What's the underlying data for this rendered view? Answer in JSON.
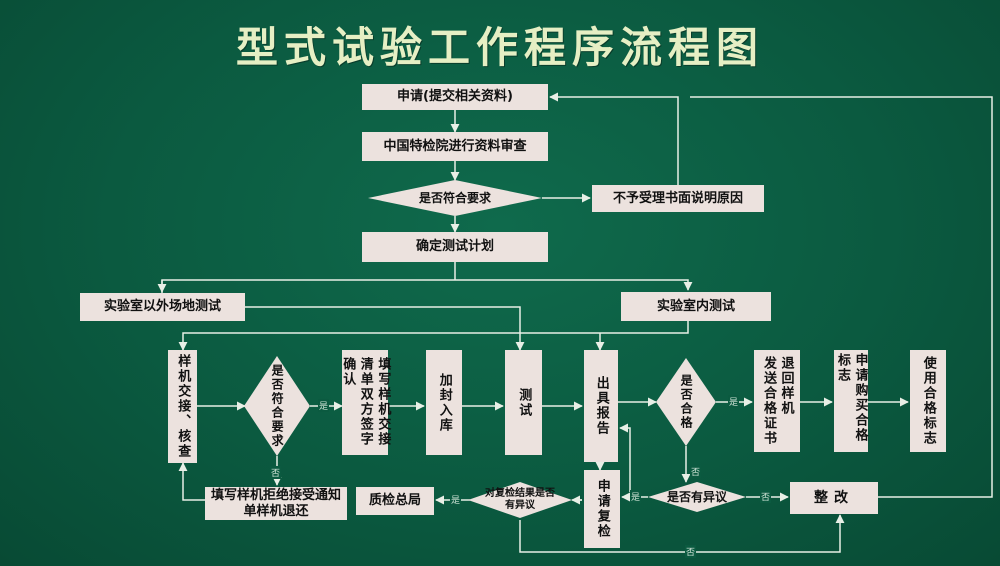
{
  "title": "型式试验工作程序流程图",
  "nodes": {
    "apply": "申请(提交相关资料)",
    "review": "中国特检院进行资料审查",
    "decision_conform": "是否符合要求",
    "reject_reason": "不予受理书面说明原因",
    "plan": "确定测试计划",
    "outside_test": "实验室以外场地测试",
    "inside_test": "实验室内测试",
    "sample_handover": "样机交接、核查",
    "decision_sample_conform": "是否符合要求",
    "fill_handover": "填写样机交接清单双方签字确认",
    "seal": "加封入库",
    "test": "测试",
    "report": "出具报告",
    "decision_pass": "是否合格",
    "send_cert": "发送合格证书",
    "return_sample": "退回样机",
    "buy_mark": "申请购买合格标志",
    "use_mark": "使用合格标志",
    "fill_reject": "填写样机拒绝接受通知单样机退还",
    "quality_bureau": "质检总局",
    "decision_recheck": "对复检结果是否有异议",
    "recheck_apply": "申请复检",
    "decision_objection": "是否有异议",
    "rectify": "整改"
  },
  "edge_labels": {
    "yes": "是",
    "no": "否"
  },
  "colors": {
    "background": "#0b5a40",
    "box": "#ece2de",
    "line": "#e8efe6",
    "title": "#e6efc4"
  }
}
